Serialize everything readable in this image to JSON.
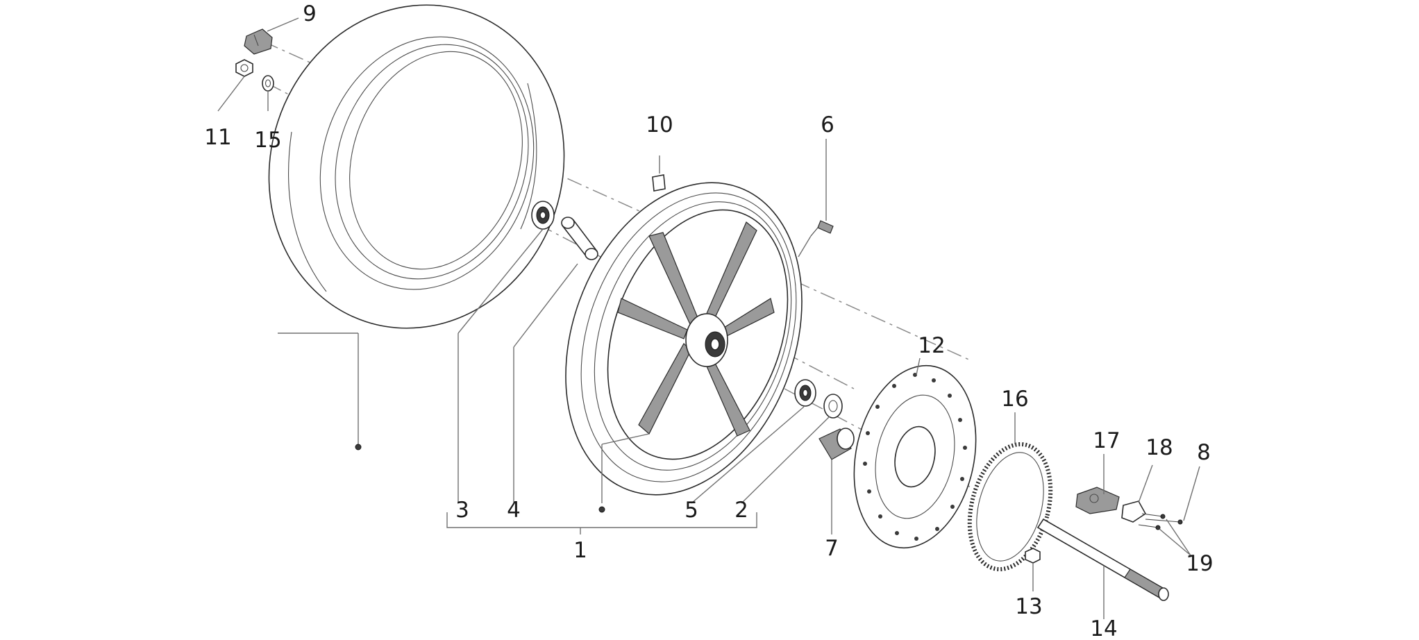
{
  "callouts": [
    {
      "id": "9",
      "label": "9"
    },
    {
      "id": "11",
      "label": "11"
    },
    {
      "id": "15",
      "label": "15"
    },
    {
      "id": "10",
      "label": "10"
    },
    {
      "id": "6",
      "label": "6"
    },
    {
      "id": "12",
      "label": "12"
    },
    {
      "id": "16",
      "label": "16"
    },
    {
      "id": "17",
      "label": "17"
    },
    {
      "id": "18",
      "label": "18"
    },
    {
      "id": "8",
      "label": "8"
    },
    {
      "id": "19",
      "label": "19"
    },
    {
      "id": "3",
      "label": "3"
    },
    {
      "id": "4",
      "label": "4"
    },
    {
      "id": "5",
      "label": "5"
    },
    {
      "id": "2",
      "label": "2"
    },
    {
      "id": "1",
      "label": "1"
    },
    {
      "id": "7",
      "label": "7"
    },
    {
      "id": "13",
      "label": "13"
    },
    {
      "id": "14",
      "label": "14"
    }
  ],
  "colors": {
    "background": "#ffffff",
    "ink": "#1a1a1a",
    "leader": "#707070"
  }
}
